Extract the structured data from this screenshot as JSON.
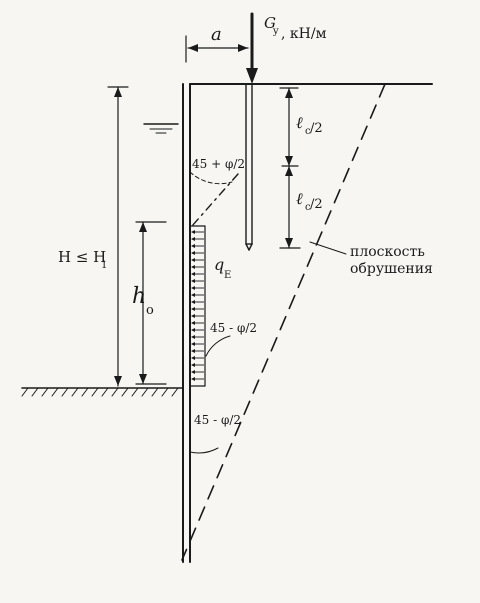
{
  "labels": {
    "load": "G",
    "load_sub": "y",
    "load_unit": ", кН/м",
    "offset": "a",
    "half_len_top": "ℓ",
    "half_len_top_sub": "c",
    "half_len_top_frac": "/2",
    "half_len_bottom": "ℓ",
    "half_len_bottom_sub": "c",
    "half_len_bottom_frac": "/2",
    "angle_top": "45 + φ/2",
    "angle_mid": "45 - φ/2",
    "angle_low": "45 - φ/2",
    "pressure": "q",
    "pressure_sub": "E",
    "height": "H ≤ H",
    "height_sub": "1",
    "embed_height": "h",
    "embed_height_sub": "o",
    "failure_plane_line1": "плоскость",
    "failure_plane_line2": "обрушения"
  },
  "colors": {
    "ink": "#1a1a1a",
    "paper": "#f7f6f2"
  }
}
